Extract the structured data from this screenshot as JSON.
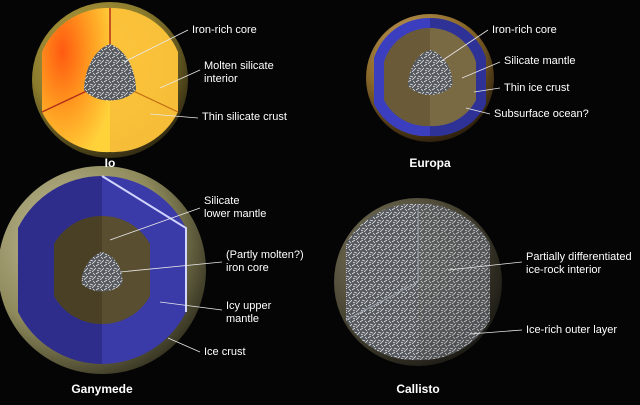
{
  "colors": {
    "background": "#050505",
    "leader": "#e8e8e8",
    "io_surface": "#8a7a2c",
    "io_interior": "#ff8a1a",
    "europa_surface": "#8c6a2a",
    "europa_crust": "#3b3fbf",
    "ganymede_surface": "#8e8a5c",
    "ganymede_ice": "#2f2d8c",
    "callisto_surface": "#4a4634"
  },
  "io": {
    "name": "Io",
    "labels": [
      "Iron-rich core",
      "Molten silicate\ninterior",
      "Thin silicate crust"
    ]
  },
  "europa": {
    "name": "Europa",
    "labels": [
      "Iron-rich core",
      "Silicate mantle",
      "Thin ice crust",
      "Subsurface ocean?"
    ]
  },
  "ganymede": {
    "name": "Ganymede",
    "labels": [
      "Silicate\nlower mantle",
      "(Partly molten?)\niron core",
      "Icy upper\nmantle",
      "Ice crust"
    ]
  },
  "callisto": {
    "name": "Callisto",
    "labels": [
      "Partially differentiated\nice-rock interior",
      "Ice-rich outer layer"
    ]
  }
}
